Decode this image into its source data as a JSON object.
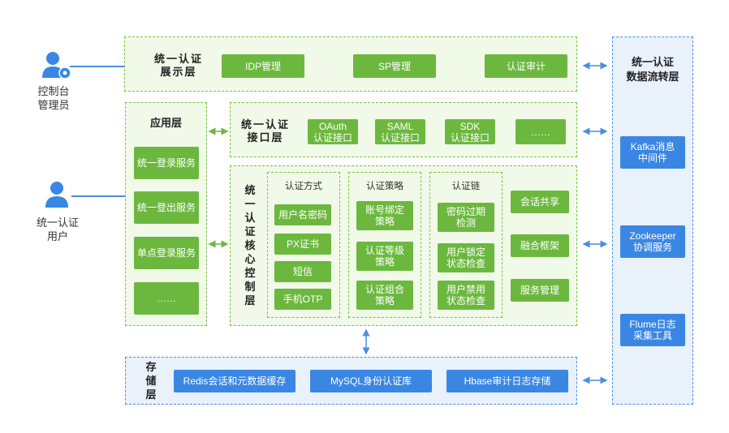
{
  "actors": {
    "admin": {
      "label": "控制台\n管理员",
      "icon": "admin-gear-icon"
    },
    "user": {
      "label": "统一认证\n用户",
      "icon": "user-icon"
    }
  },
  "display_layer": {
    "title": "统一认证\n展示层",
    "items": [
      "IDP管理",
      "SP管理",
      "认证审计"
    ]
  },
  "app_layer": {
    "title": "应用层",
    "items": [
      "统一登录服务",
      "统一登出服务",
      "单点登录服务",
      "……"
    ]
  },
  "interface_layer": {
    "title": "统一认证\n接口层",
    "items": [
      "OAuth\n认证接口",
      "SAML\n认证接口",
      "SDK\n认证接口",
      "……"
    ]
  },
  "core_layer": {
    "title": "统一认证核心控制层",
    "groups": [
      {
        "title": "认证方式",
        "items": [
          "用户名密码",
          "PX证书",
          "短信",
          "手机OTP"
        ]
      },
      {
        "title": "认证策略",
        "items": [
          "账号绑定\n策略",
          "认证等级\n策略",
          "认证组合\n策略"
        ]
      },
      {
        "title": "认证链",
        "items": [
          "密码过期\n检测",
          "用户锁定\n状态检查",
          "用户禁用\n状态检查"
        ]
      }
    ],
    "extras": [
      "会话共享",
      "融合框架",
      "服务管理"
    ]
  },
  "storage_layer": {
    "title": "存储层",
    "items": [
      "Redis会话和元数据缓存",
      "MySQL身份认证库",
      "Hbase审计日志存储"
    ]
  },
  "dataflow_layer": {
    "title": "统一认证\n数据流转层",
    "items": [
      "Kafka消息\n中间件",
      "Zookeeper\n协调服务",
      "Flume日志\n采集工具"
    ]
  },
  "colors": {
    "green": "#6cb83f",
    "blue": "#3a87e3",
    "green_bg": "#f1f9e8",
    "blue_bg": "#e9f1fb"
  }
}
